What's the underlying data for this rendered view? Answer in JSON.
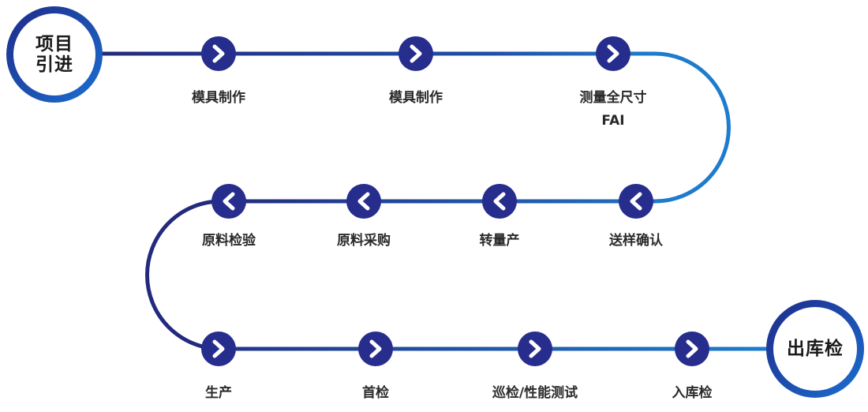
{
  "start": {
    "label": "项目\n引进"
  },
  "end": {
    "label": "出库检"
  },
  "colors": {
    "dark_blue": "#232a7e",
    "light_blue": "#1e7ccc",
    "node_fill": "#262d8c"
  },
  "steps": [
    {
      "label": "模具制作",
      "direction": "right"
    },
    {
      "label": "模具制作",
      "direction": "right"
    },
    {
      "label": "测量全尺寸\nFAI",
      "direction": "right"
    },
    {
      "label": "送样确认",
      "direction": "left"
    },
    {
      "label": "转量产",
      "direction": "left"
    },
    {
      "label": "原料采购",
      "direction": "left"
    },
    {
      "label": "原料检验",
      "direction": "left"
    },
    {
      "label": "生产",
      "direction": "right"
    },
    {
      "label": "首检",
      "direction": "right"
    },
    {
      "label": "巡检/性能测试",
      "direction": "right"
    },
    {
      "label": "入库检",
      "direction": "right"
    }
  ]
}
